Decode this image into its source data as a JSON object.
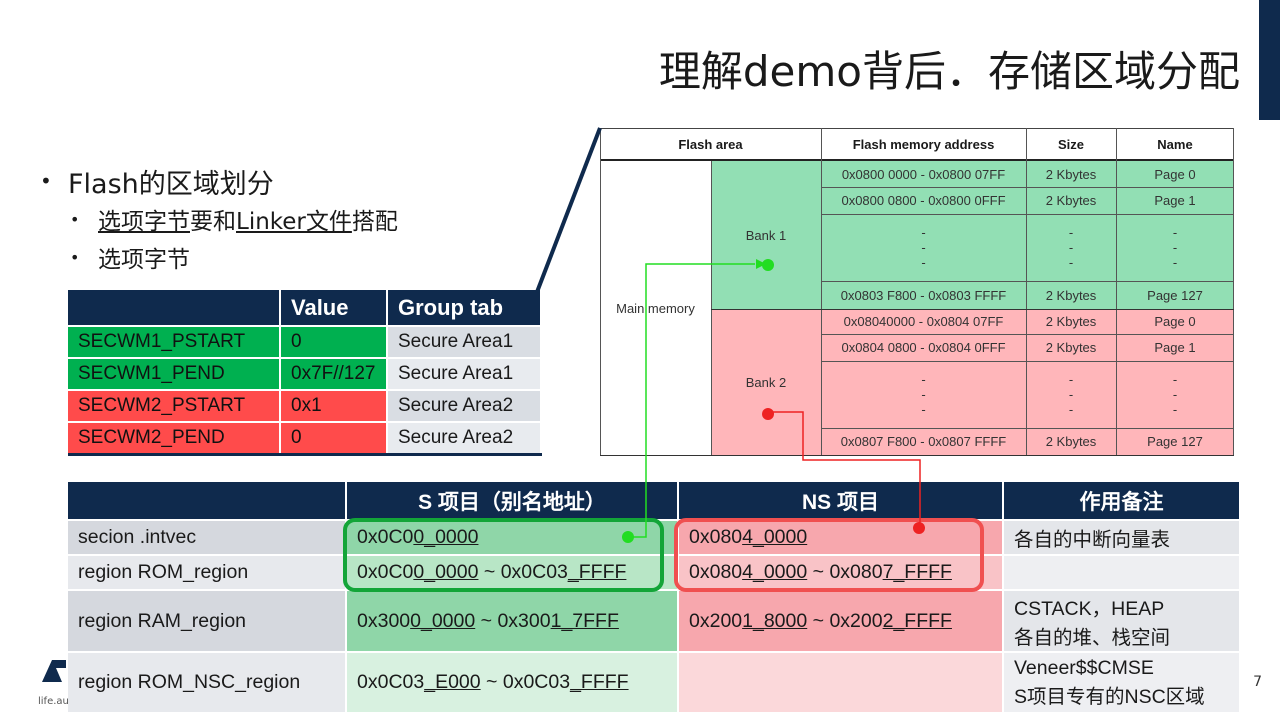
{
  "title": "理解demo背后．存储区域分配",
  "bullets": {
    "level1": "Flash的区域划分",
    "level2a_part1": "选项字节",
    "level2a_part2": "要和",
    "level2a_part3": "Linker文件",
    "level2a_part4": "搭配",
    "level2b": "选项字节"
  },
  "option_table": {
    "headers": [
      "",
      "Value",
      "Group tab"
    ],
    "rows": [
      {
        "name": "SECWM1_PSTART",
        "value": "0",
        "group": "Secure Area1",
        "status": "green"
      },
      {
        "name": "SECWM1_PEND",
        "value": "0x7F//127",
        "group": "Secure Area1",
        "status": "green"
      },
      {
        "name": "SECWM2_PSTART",
        "value": "0x1",
        "group": "Secure Area2",
        "status": "red"
      },
      {
        "name": "SECWM2_PEND",
        "value": "0",
        "group": "Secure Area2",
        "status": "red"
      }
    ]
  },
  "flash_image": {
    "headers": [
      "Flash area",
      "Flash memory address",
      "Size",
      "Name"
    ],
    "main_memory": "Main memory",
    "bank1": "Bank 1",
    "bank2": "Bank 2",
    "bank1_rows": [
      {
        "addr": "0x0800 0000 - 0x0800 07FF",
        "size": "2 Kbytes",
        "name": "Page 0"
      },
      {
        "addr": "0x0800 0800 - 0x0800 0FFF",
        "size": "2 Kbytes",
        "name": "Page 1"
      },
      {
        "addr": "-",
        "size": "-",
        "name": "-"
      },
      {
        "addr": "0x0803 F800 - 0x0803 FFFF",
        "size": "2 Kbytes",
        "name": "Page 127"
      }
    ],
    "bank2_rows": [
      {
        "addr": "0x08040000 - 0x0804 07FF",
        "size": "2 Kbytes",
        "name": "Page 0"
      },
      {
        "addr": "0x0804 0800 - 0x0804 0FFF",
        "size": "2 Kbytes",
        "name": "Page 1"
      },
      {
        "addr": "-",
        "size": "-",
        "name": "-"
      },
      {
        "addr": "0x0807 F800 - 0x0807 FFFF",
        "size": "2 Kbytes",
        "name": "Page 127"
      }
    ]
  },
  "region_table": {
    "headers": [
      "",
      "S 项目（别名地址）",
      "NS 项目",
      "作用备注"
    ],
    "rows": [
      {
        "label": "secion .intvec",
        "s_pre": "0x0C0",
        "s_u": "0_0000",
        "s_mid": "",
        "s_pre2": "",
        "s_u2": "",
        "ns_pre": "0x080",
        "ns_u": "4_0000",
        "ns_mid": "",
        "ns_pre2": "",
        "ns_u2": "",
        "note1": "各自的中断向量表",
        "note2": ""
      },
      {
        "label": "region ROM_region",
        "s_pre": "0x0C0",
        "s_u": "0_0000",
        "s_mid": " ~ ",
        "s_pre2": "0x0C03",
        "s_u2": "_FFFF",
        "ns_pre": "0x080",
        "ns_u": "4_0000",
        "ns_mid": " ~ ",
        "ns_pre2": "0x080",
        "ns_u2": "7_FFFF",
        "note1": "",
        "note2": ""
      },
      {
        "label": "region RAM_region",
        "s_pre": "0x300",
        "s_u": "0_0000",
        "s_mid": " ~ ",
        "s_pre2": "0x300",
        "s_u2": "1_7FFF",
        "ns_pre": "0x200",
        "ns_u": "1_8000",
        "ns_mid": " ~ ",
        "ns_pre2": "0x200",
        "ns_u2": "2_FFFF",
        "note1": "CSTACK，HEAP",
        "note2": "各自的堆、栈空间"
      },
      {
        "label": "region ROM_NSC_region",
        "s_pre": "0x0C03",
        "s_u": "_E000",
        "s_mid": " ~ ",
        "s_pre2": "0x0C03",
        "s_u2": "_FFFF",
        "ns_pre": "",
        "ns_u": "",
        "ns_mid": "",
        "ns_pre2": "",
        "ns_u2": "",
        "note1": "Veneer$$CMSE",
        "note2": "S项目专有的NSC区域"
      }
    ]
  },
  "footer": {
    "page_number": "7",
    "logo_text": "life.au"
  },
  "colors": {
    "navy": "#0f2a4d",
    "secure_green": "#00b050",
    "nonsecure_red": "#ff4b4b",
    "bank1_fill": "#92dfb4",
    "bank2_fill": "#ffb6ba",
    "highlight_green": "#13a538",
    "highlight_red": "#f05050"
  }
}
